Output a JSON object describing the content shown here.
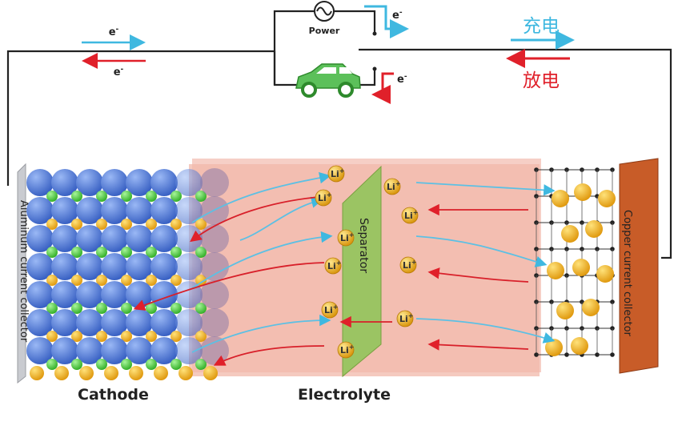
{
  "circuit": {
    "power_label": "Power",
    "electron_label": "e",
    "electron_superscript": "-",
    "charge_label": "充电",
    "discharge_label": "放电",
    "charge_color": "#3fb8e0",
    "discharge_color": "#e0202a",
    "icons": [
      "ac-power-source-icon",
      "car-icon",
      "switch-icon"
    ]
  },
  "battery": {
    "left_collector_label": "Aluminum current collector",
    "right_collector_label": "Copper current collector",
    "separator_label": "Separator",
    "ion_label": "Li",
    "ion_superscript": "+",
    "colors": {
      "electrolyte": "#f7c9bf",
      "separator": "#9bc463",
      "cathode_atom_blue": "#4a76d4",
      "cathode_atom_green": "#4cd03a",
      "lithium_gold": "#f0b21c",
      "copper": "#c85c28"
    }
  },
  "captions": {
    "cathode": "Cathode",
    "electrolyte": "Electrolyte"
  }
}
